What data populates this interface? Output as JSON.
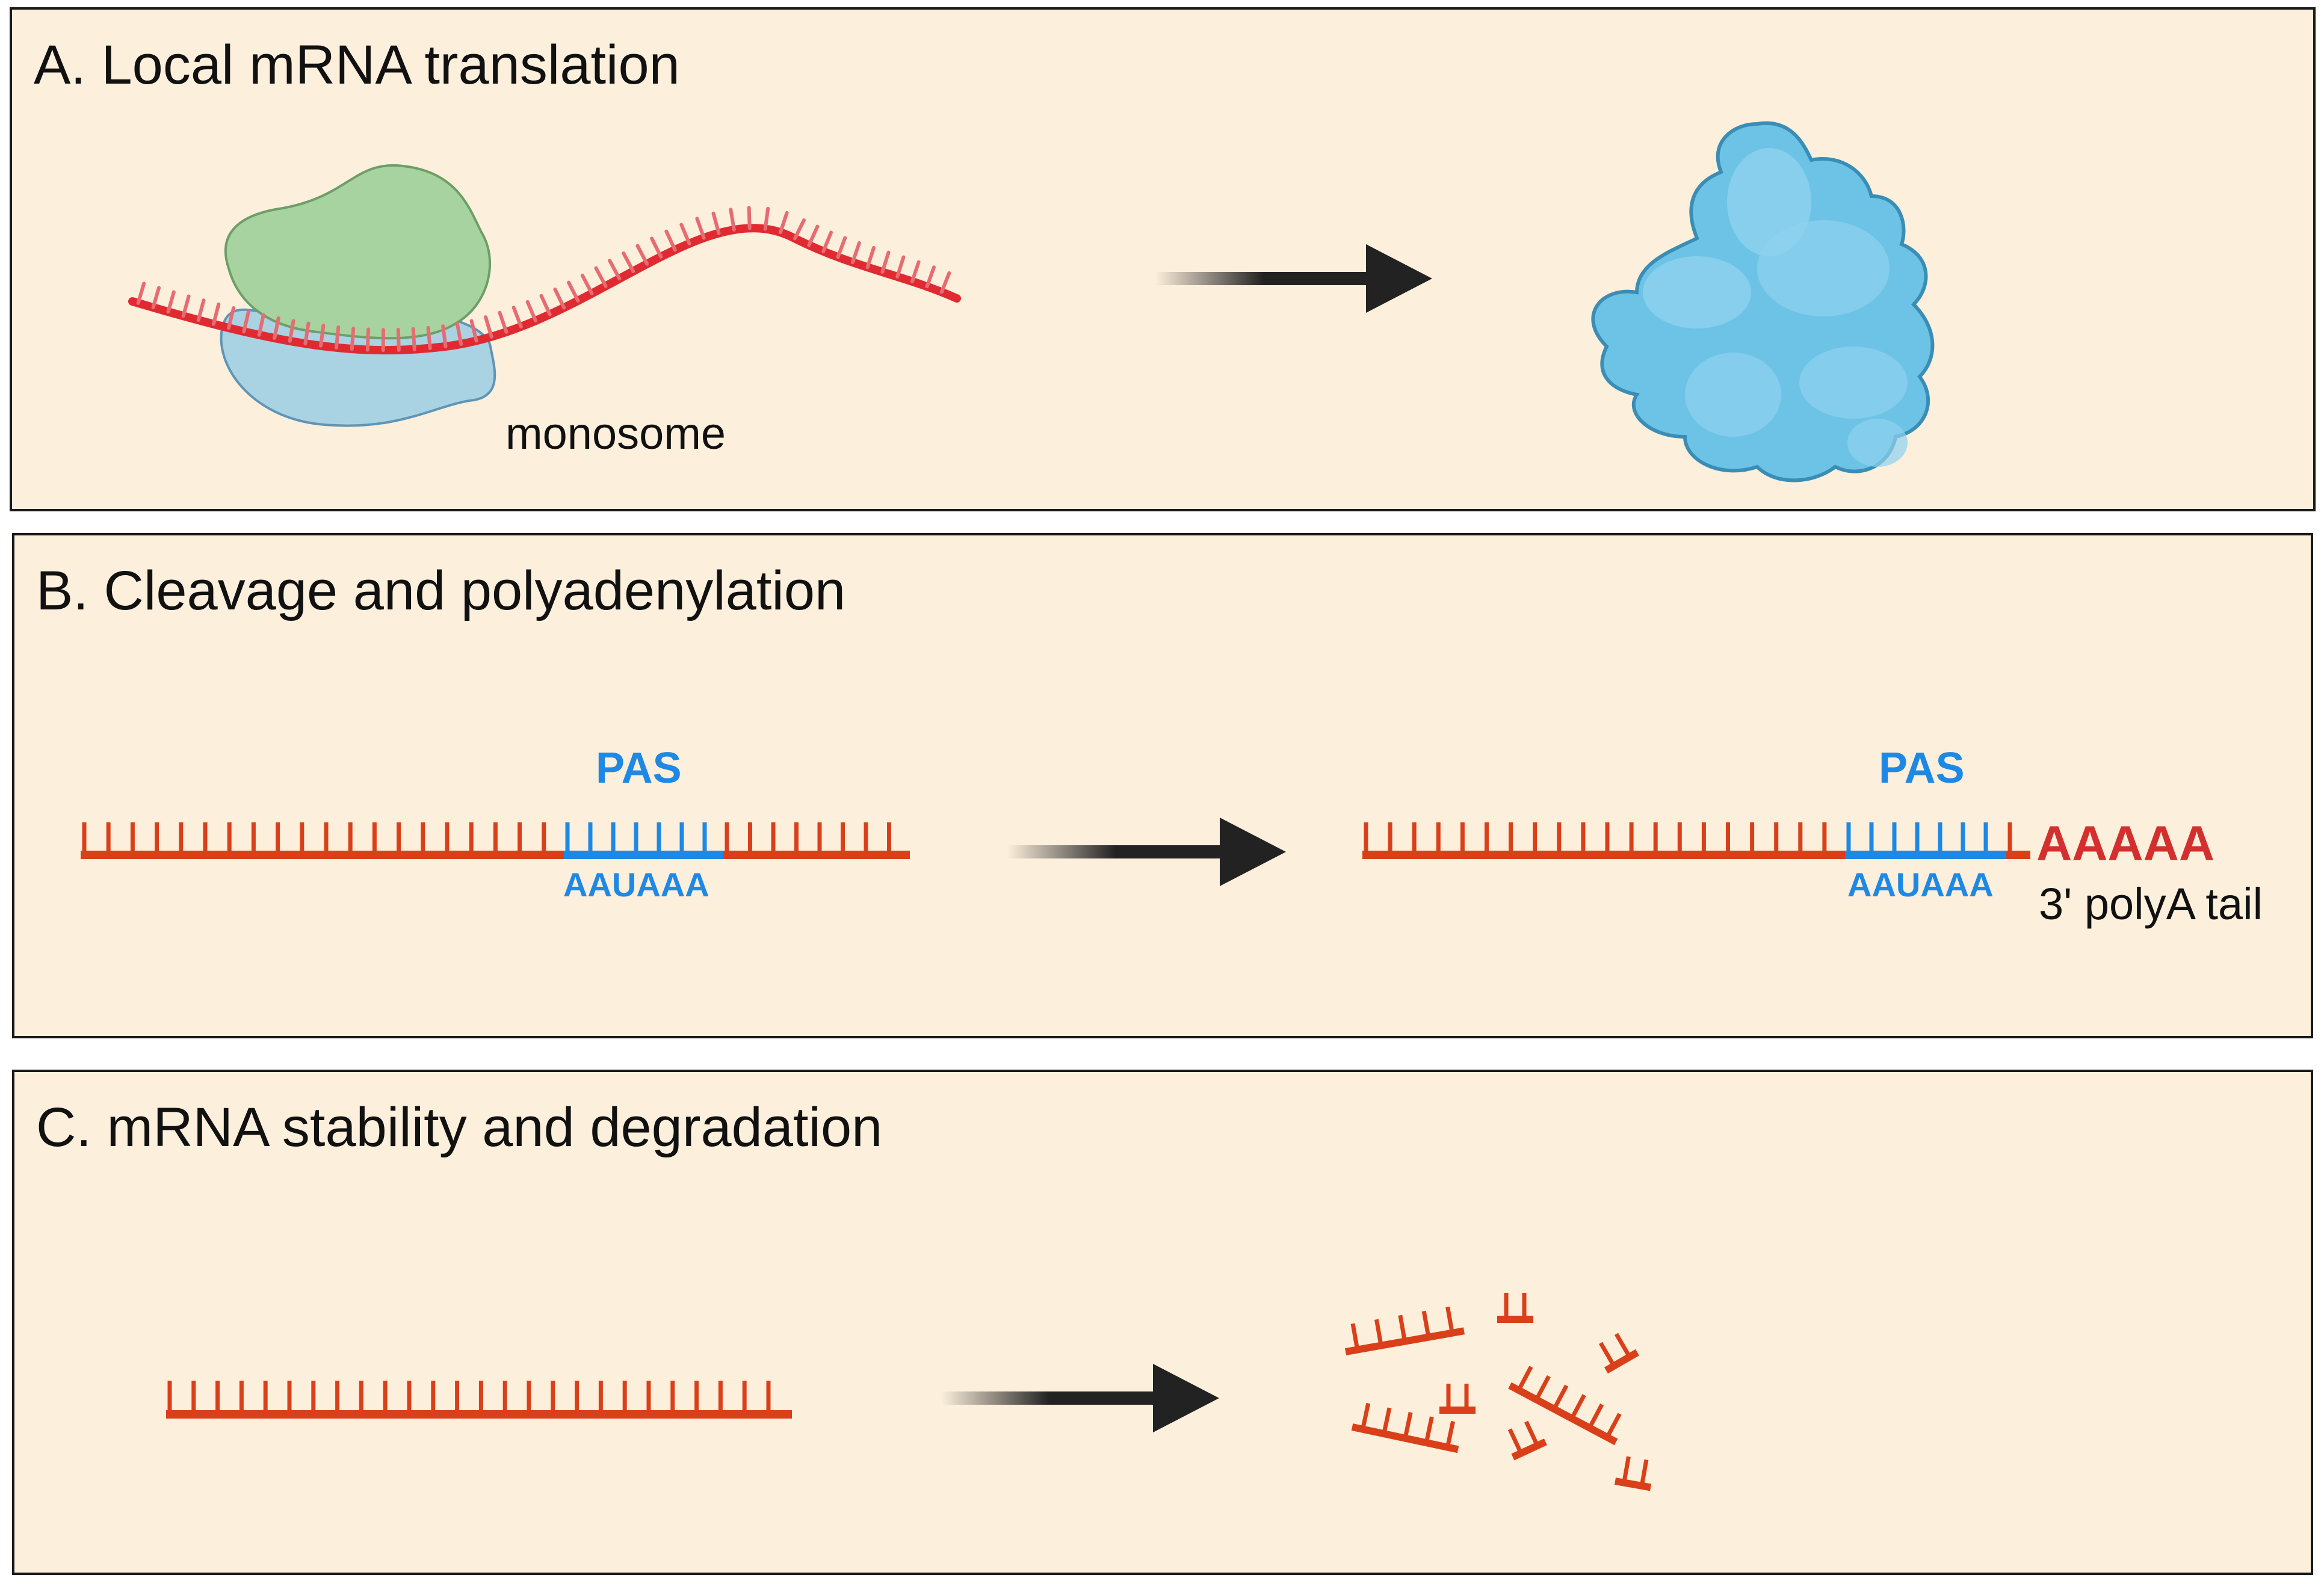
{
  "panels": {
    "a": {
      "title": "A. Local mRNA translation",
      "monosome_label": "monosome"
    },
    "b": {
      "title": "B. Cleavage and polyadenylation",
      "pas_label": "PAS",
      "motif_label": "AAUAAA",
      "polya_seq": "AAAAA",
      "polya_label": "3' polyA tail"
    },
    "c": {
      "title": "C. mRNA stability and degradation"
    }
  },
  "colors": {
    "background": "#fcefdc",
    "border": "#1a1a1a",
    "mrna_red": "#e02a32",
    "mrna_orange": "#d9401a",
    "pas_blue": "#1e88e5",
    "polya_red": "#d32f2f",
    "ribosome_large": "#a6d3a0",
    "ribosome_small": "#a9d3e3",
    "protein": "#6cc3e6",
    "arrow": "#222222"
  },
  "icons": [
    "ribosome-icon",
    "protein-icon",
    "arrow-icon",
    "mrna-strand-icon"
  ]
}
